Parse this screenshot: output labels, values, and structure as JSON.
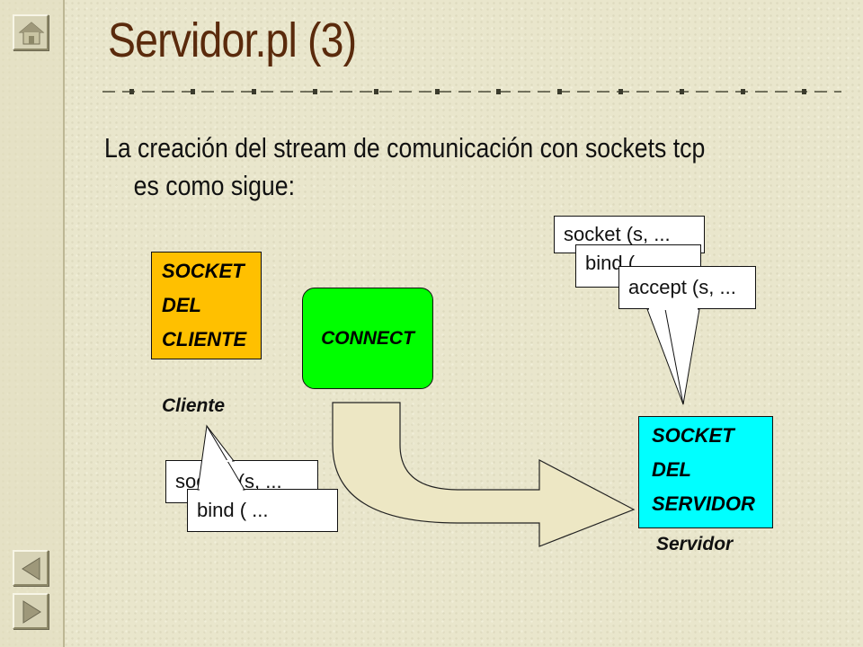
{
  "slide": {
    "title": "Servidor.pl (3)",
    "body_line1": "La creación del stream de comunicación con sockets tcp",
    "body_line2": "es como sigue:"
  },
  "diagram": {
    "socket_cliente": [
      "SOCKET",
      "DEL",
      "CLIENTE"
    ],
    "socket_servidor": [
      "SOCKET",
      "DEL",
      "SERVIDOR"
    ],
    "connect_label": "CONNECT",
    "cliente_caption": "Cliente",
    "servidor_caption": "Servidor",
    "server_calls": [
      "socket (s, ...",
      "bind (",
      "accept (s, ..."
    ],
    "client_calls": [
      "socket (s, ...",
      "bind ( ..."
    ]
  },
  "nav": {
    "buttons": [
      "home-icon",
      "back-icon",
      "forward-icon"
    ]
  },
  "colors": {
    "title": "#5a2a0c",
    "socket_cliente_fill": "#ffc000",
    "socket_servidor_fill": "#00ffff",
    "connect_fill": "#00ff00",
    "arrow_fill": "#ede7c4",
    "background": "#e9e6cc"
  }
}
